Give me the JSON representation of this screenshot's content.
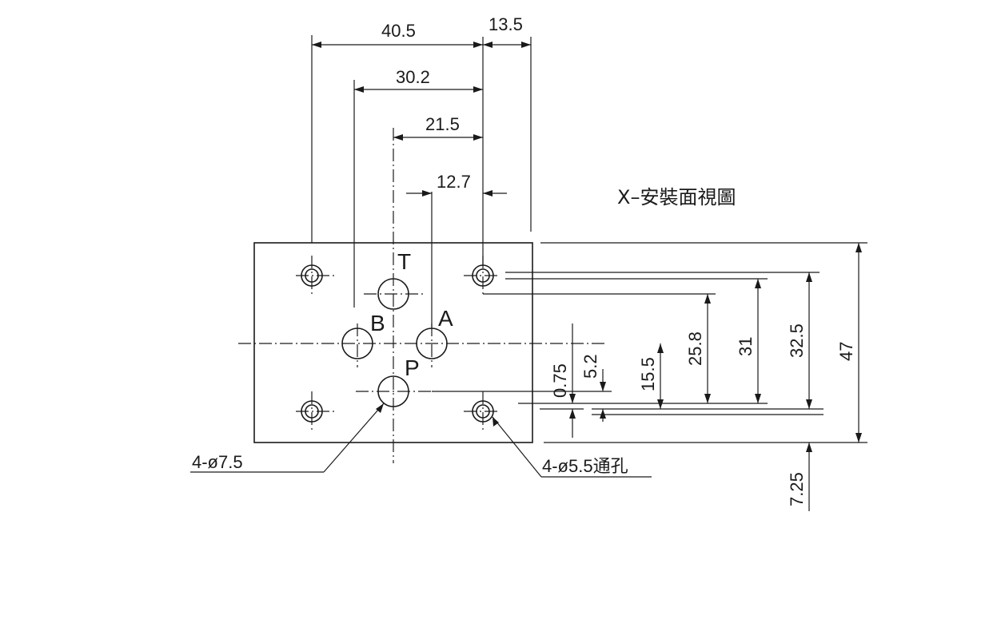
{
  "title": "X–安裝面視圖",
  "horizontal_dims": {
    "d40_5": "40.5",
    "d13_5": "13.5",
    "d30_2": "30.2",
    "d21_5": "21.5",
    "d12_7": "12.7"
  },
  "vertical_dims": {
    "d0_75": "0.75",
    "d5_2": "5.2",
    "d15_5": "15.5",
    "d25_8": "25.8",
    "d31": "31",
    "d32_5": "32.5",
    "d47": "47",
    "d7_25": "7.25"
  },
  "ports": {
    "T": "T",
    "B": "B",
    "A": "A",
    "P": "P"
  },
  "callouts": {
    "port_holes": "4-ø7.5",
    "mount_holes": "4-ø5.5通孔"
  }
}
